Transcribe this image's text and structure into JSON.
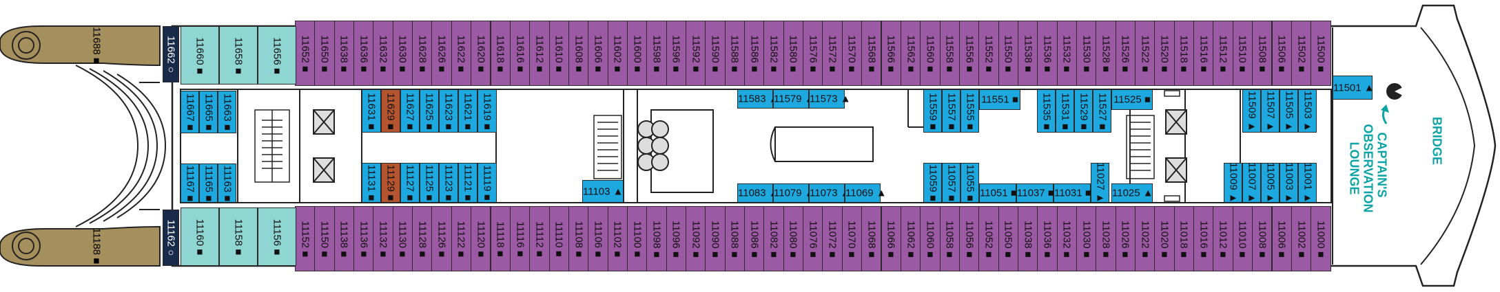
{
  "labels": {
    "bridge": "BRIDGE",
    "lounge_line1": "CAPTAIN'S",
    "lounge_line2": "OBSERVATION",
    "lounge_line3": "LOUNGE"
  },
  "markers": {
    "square": "■",
    "triangle": "▲",
    "circle": "○"
  },
  "colors": {
    "suite": "#9b5aa3",
    "interior": "#1ea8e0",
    "special": "#8fd6d2",
    "accessible": "#b4552f",
    "aft": "#1a2a4a",
    "hull": "#a58f5c",
    "label": "#0aa3a6"
  },
  "top_row": [
    "11652",
    "11650",
    "11638",
    "11636",
    "11632",
    "11630",
    "11628",
    "11626",
    "11622",
    "11620",
    "11618",
    "11616",
    "11612",
    "11610",
    "11608",
    "11606",
    "11602",
    "11600",
    "11598",
    "11596",
    "11592",
    "11590",
    "11588",
    "11586",
    "11582",
    "11580",
    "11576",
    "11572",
    "11570",
    "11568",
    "11566",
    "11562",
    "11560",
    "11558",
    "11556",
    "11552",
    "11550",
    "11538",
    "11536",
    "11532",
    "11530",
    "11528",
    "11526",
    "11522",
    "11520",
    "11518",
    "11516",
    "11512",
    "11510",
    "11508",
    "11506",
    "11502",
    "11500"
  ],
  "bottom_row": [
    "11152",
    "11150",
    "11138",
    "11136",
    "11132",
    "11130",
    "11128",
    "11126",
    "11122",
    "11120",
    "11118",
    "11116",
    "11112",
    "11110",
    "11108",
    "11106",
    "11102",
    "11100",
    "11098",
    "11096",
    "11092",
    "11090",
    "11088",
    "11086",
    "11082",
    "11080",
    "11076",
    "11072",
    "11070",
    "11068",
    "11066",
    "11062",
    "11060",
    "11058",
    "11056",
    "11052",
    "11050",
    "11038",
    "11036",
    "11032",
    "11030",
    "11028",
    "11026",
    "11022",
    "11020",
    "11018",
    "11016",
    "11012",
    "11010",
    "11008",
    "11006",
    "11002",
    "11000"
  ],
  "aft_top": [
    "11660",
    "11658",
    "11656"
  ],
  "aft_bottom": [
    "11160",
    "11158",
    "11156"
  ],
  "aft_navy_top": "11662",
  "aft_navy_bottom": "11162",
  "hull_top": "11688",
  "hull_bottom": "11188",
  "interior_top_aft": [
    "11667",
    "11665",
    "11663"
  ],
  "interior_bottom_aft": [
    "11167",
    "11165",
    "11163"
  ],
  "interior_top_mid": [
    "11631",
    "11629",
    "11627",
    "11625",
    "11623",
    "11621",
    "11619"
  ],
  "interior_bottom_mid": [
    "11131",
    "11129",
    "11127",
    "11125",
    "11123",
    "11121",
    "11119"
  ],
  "interior_single_mid": "11103",
  "horiz_top": [
    "11583",
    "11579",
    "11573"
  ],
  "horiz_bottom": [
    "11083",
    "11079",
    "11073",
    "11069"
  ],
  "interior_top_fwd1": [
    "11559",
    "11557",
    "11555"
  ],
  "interior_top_fwd1_h": "11551",
  "interior_top_fwd2": [
    "11535",
    "11531",
    "11529",
    "11527"
  ],
  "interior_top_fwd2_h": "11525",
  "interior_bottom_fwd1": [
    "11059",
    "11057",
    "11055"
  ],
  "interior_bottom_fwd1_h": [
    "11051",
    "11037",
    "11031"
  ],
  "interior_bottom_fwd2": "11027",
  "interior_bottom_fwd2_h": "11025",
  "interior_top_bow": [
    "11509",
    "11507",
    "11505",
    "11503"
  ],
  "interior_bottom_bow": [
    "11009",
    "11007",
    "11005",
    "11003",
    "11001"
  ],
  "bow_single": "11501"
}
